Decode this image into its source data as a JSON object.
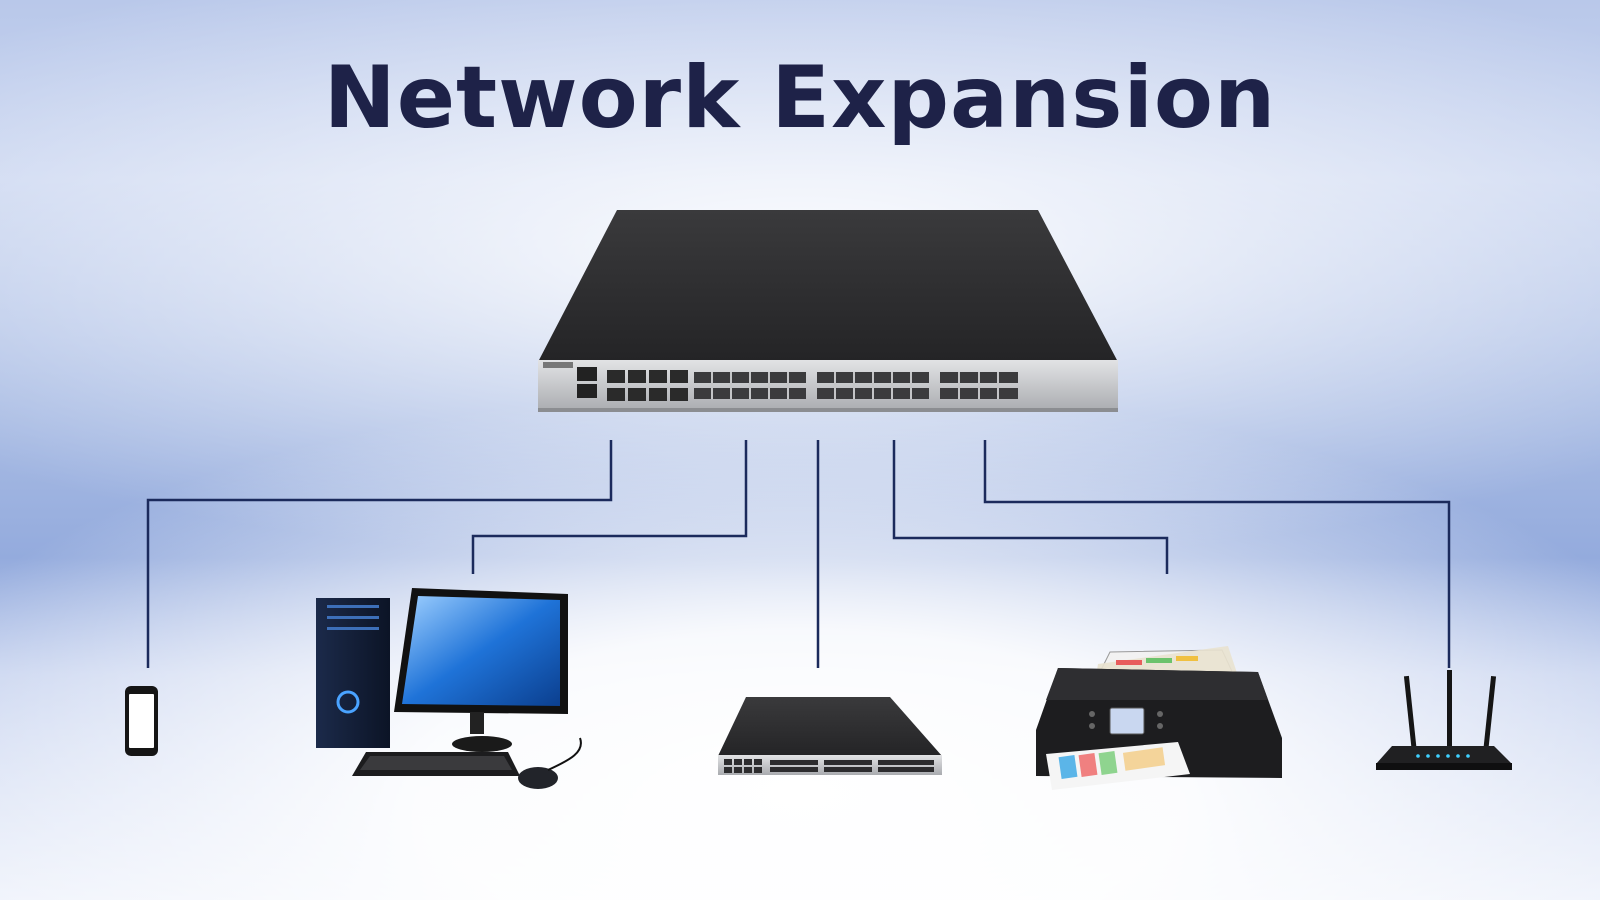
{
  "title": "Network Expansion",
  "colors": {
    "title": "#1e2248",
    "connector_line": "#1b2a5c",
    "switch_top": "#2f2f30",
    "switch_front": "#c4c5c7"
  },
  "nodes": [
    {
      "id": "core-switch",
      "kind": "network-switch",
      "icon": "network-switch-icon",
      "role": "hub"
    },
    {
      "id": "smartphone",
      "kind": "mobile-phone",
      "icon": "smartphone-icon"
    },
    {
      "id": "desktop-pc",
      "kind": "desktop-computer",
      "icon": "desktop-computer-icon"
    },
    {
      "id": "access-switch",
      "kind": "network-switch",
      "icon": "network-switch-icon"
    },
    {
      "id": "printer",
      "kind": "all-in-one-printer",
      "icon": "printer-icon"
    },
    {
      "id": "router",
      "kind": "wireless-router",
      "icon": "wifi-router-icon"
    }
  ],
  "edges": [
    {
      "from": "core-switch",
      "to": "smartphone"
    },
    {
      "from": "core-switch",
      "to": "desktop-pc"
    },
    {
      "from": "core-switch",
      "to": "access-switch"
    },
    {
      "from": "core-switch",
      "to": "printer"
    },
    {
      "from": "core-switch",
      "to": "router"
    }
  ]
}
